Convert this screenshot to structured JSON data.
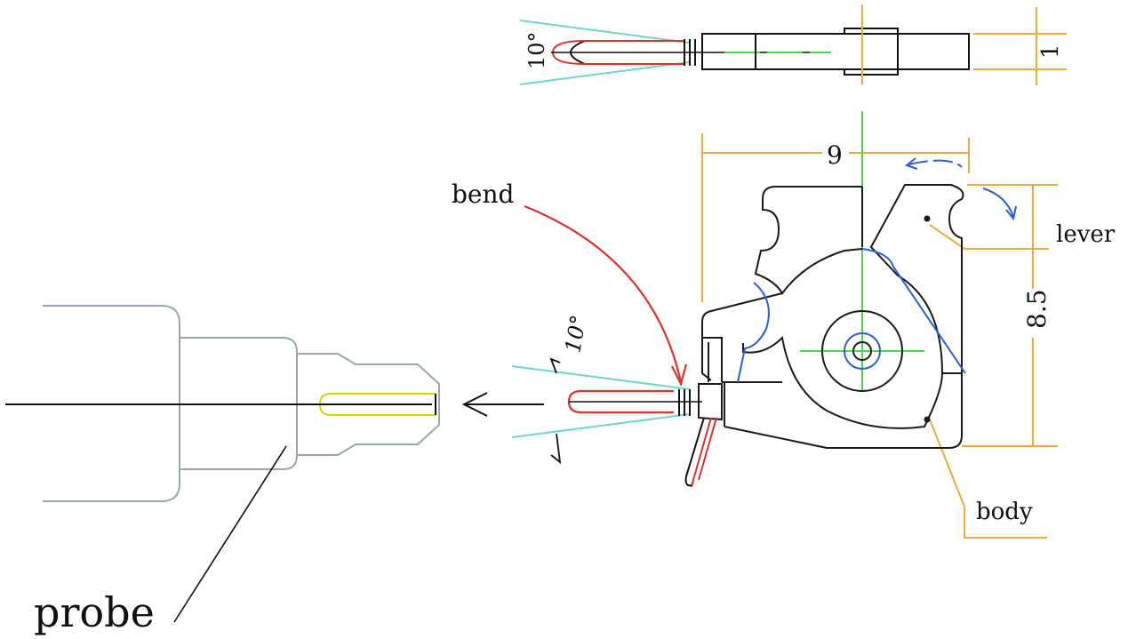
{
  "labels": {
    "probe": "probe",
    "bend": "bend",
    "lever": "lever",
    "body": "body"
  },
  "dimensions": {
    "top_angle": "10°",
    "side_angle": "10°",
    "thickness": "1",
    "width": "9",
    "height": "8.5"
  },
  "colors": {
    "outline": "#1a1a1a",
    "probe_outline": "#9aa7b0",
    "probe_tip": "#d6d600",
    "dimension": "#f2a93b",
    "bend": "#e0302a",
    "angle_lines": "#6fd6c8",
    "center_lines": "#4cd44c",
    "lever_path": "#2b5fd9"
  }
}
